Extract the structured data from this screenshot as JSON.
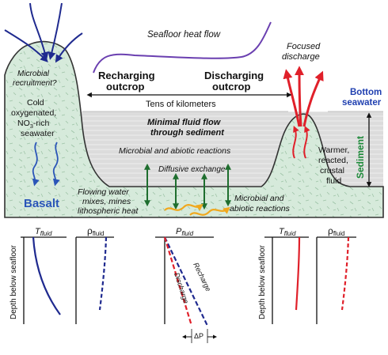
{
  "top_labels": {
    "seafloor_heat_flow": "Seafloor heat flow",
    "focused_discharge_1": "Focused",
    "focused_discharge_2": "discharge",
    "recharging_1": "Recharging",
    "recharging_2": "outcrop",
    "discharging_1": "Discharging",
    "discharging_2": "outcrop",
    "bottom_seawater_1": "Bottom",
    "bottom_seawater_2": "seawater",
    "tens_of_km": "Tens of kilometers",
    "microbial_recruitment_1": "Microbial",
    "microbial_recruitment_2": "recruitment?",
    "cold_1": "Cold",
    "cold_2": "oxygenated,",
    "cold_3_main": "NO",
    "cold_3_sub": "3",
    "cold_3_rest": "-rich",
    "cold_4": "seawater",
    "minimal_1": "Minimal fluid flow",
    "minimal_2": "through sediment",
    "microbial_abiotic_upper": "Microbial and abiotic reactions",
    "diffusive_exchange": "Diffusive exchange",
    "sediment": "Sediment",
    "warmer_1": "Warmer,",
    "warmer_2": "reacted,",
    "warmer_3": "crustal",
    "warmer_4": "fluid",
    "basalt": "Basalt",
    "flowing_1": "Flowing water",
    "flowing_2": "mixes, mines",
    "flowing_3": "lithospheric heat",
    "microbial_abiotic_lower_1": "Microbial and",
    "microbial_abiotic_lower_2": "abiotic reactions"
  },
  "profiles": {
    "T_main": "T",
    "T_sub": "fluid",
    "rho_main": "ρ",
    "rho_sub": "fluid",
    "P_main": "P",
    "P_sub": "fluid",
    "recharge": "Recharge",
    "discharge": "Discharge",
    "delta_p": "ΔP",
    "depth_axis": "Depth below seafloor"
  },
  "colors": {
    "recharge_blue": "#1f2a8f",
    "discharge_red": "#e0202a",
    "arrow_green": "#1e6e2e",
    "heat_flow_purple": "#6a3fb0",
    "basalt_label_blue": "#2a55b8",
    "seawater_label_blue": "#1f3fb0",
    "sediment_label_green": "#1e8a3a",
    "crust_fill": "#d9ecdc",
    "sediment_fill": "#dddddd"
  }
}
